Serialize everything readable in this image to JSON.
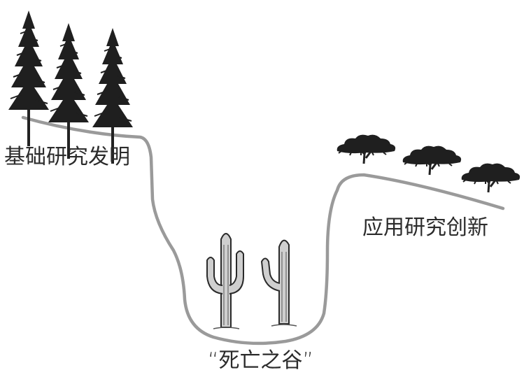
{
  "labels": {
    "basic_research": "基础研究发明",
    "applied_research": "应用研究创新",
    "valley_of_death": "“死亡之谷”"
  },
  "colors": {
    "terrain_line": "#9a9a9a",
    "foliage": "#1f1f1f",
    "trunk": "#222222",
    "cactus_fill": "#cfcfcf",
    "cactus_stroke": "#2a2a2a",
    "text": "#2b2b2b"
  },
  "icons": {
    "left_trees": "pine-tree-icon",
    "right_trees": "acacia-tree-icon",
    "valley": "cactus-icon"
  }
}
